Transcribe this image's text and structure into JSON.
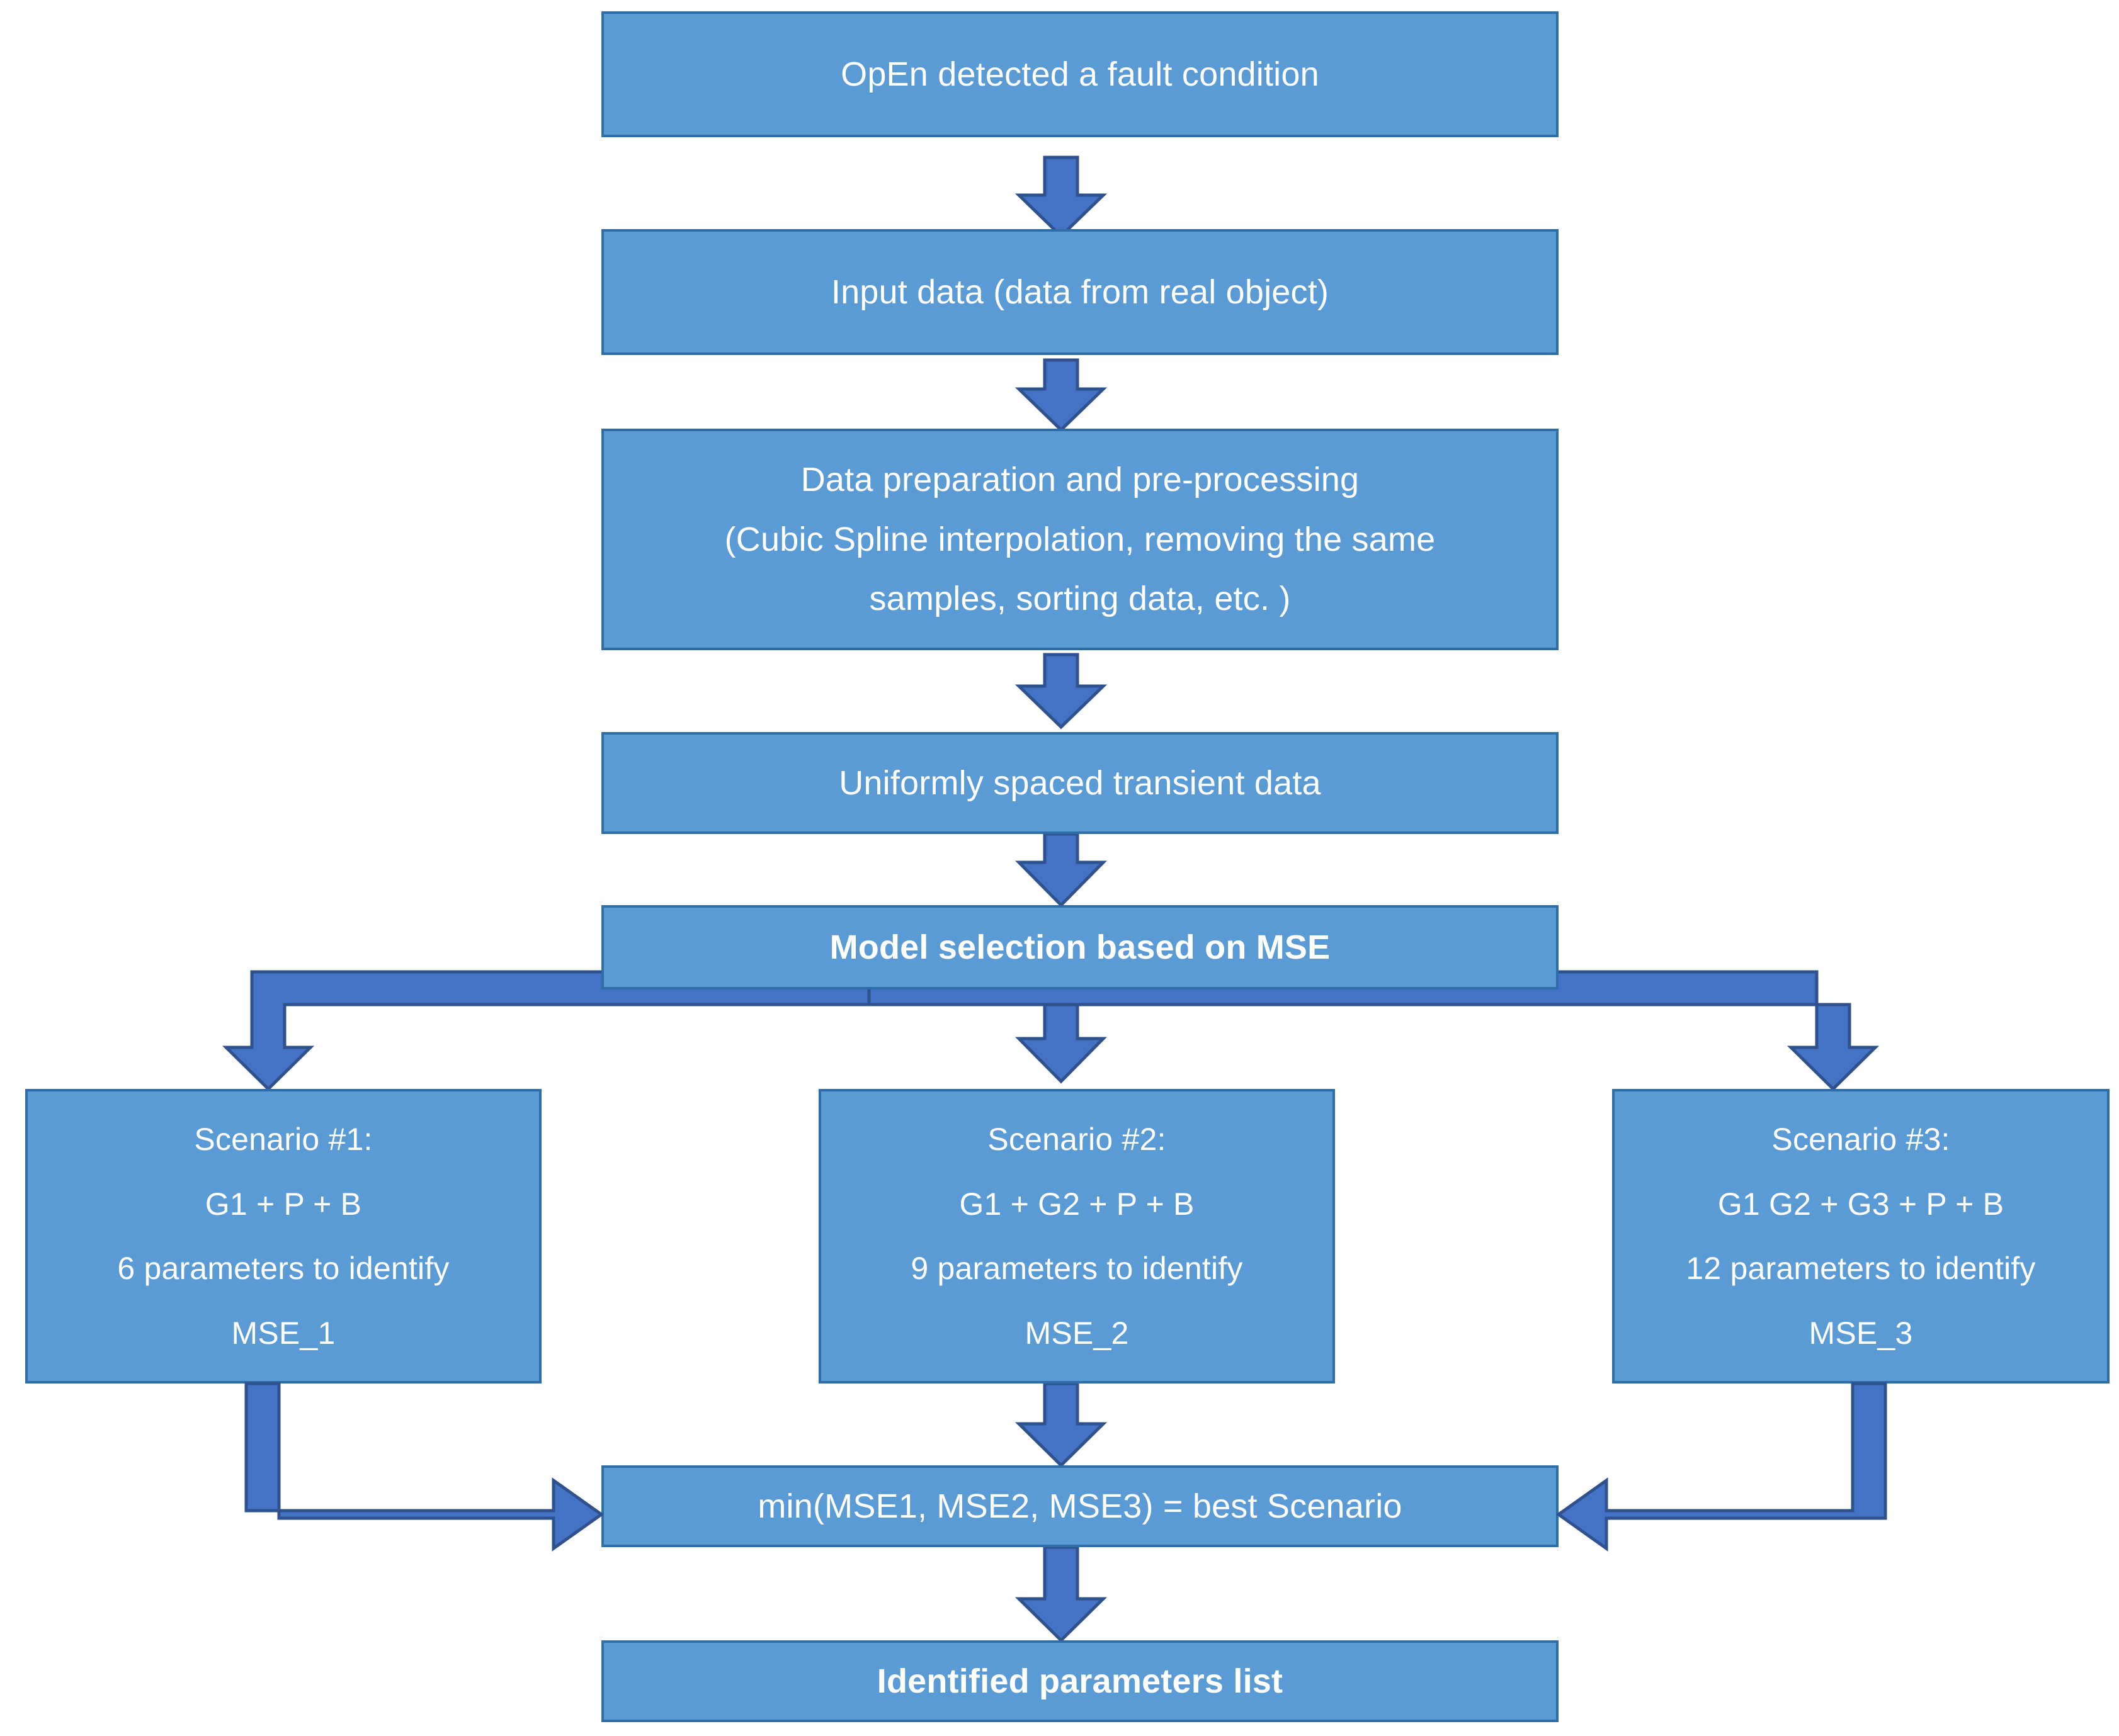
{
  "diagram": {
    "title": "Model-based fault parameter identification flowchart",
    "type": "flowchart",
    "orientation": "top-to-bottom",
    "palette": {
      "node_fill": "#5B9BD5",
      "node_border": "#2E6DA8",
      "arrow_fill": "#4472C4",
      "arrow_border": "#2F528F",
      "node_text": "#FFFFFF",
      "background": "#FFFFFF"
    }
  },
  "nodes": {
    "start": {
      "id": "n1",
      "lines": [
        "OpEn detected a fault condition"
      ]
    },
    "input": {
      "id": "n2",
      "lines": [
        "Input data (data from real object)"
      ]
    },
    "preprocess": {
      "id": "n3",
      "lines": [
        "Data preparation and pre-processing",
        "(Cubic Spline interpolation, removing the same",
        "samples, sorting data, etc. )"
      ]
    },
    "uniform": {
      "id": "n4",
      "lines": [
        "Uniformly spaced transient data"
      ]
    },
    "selection": {
      "id": "n5",
      "lines": [
        "Model selection based on MSE"
      ]
    },
    "scenario1": {
      "id": "n6",
      "lines": [
        "Scenario #1:",
        "G1 + P + B",
        "6 parameters to identify",
        "MSE_1"
      ]
    },
    "scenario2": {
      "id": "n7",
      "lines": [
        "Scenario #2:",
        "G1 + G2 + P + B",
        "9 parameters to identify",
        "MSE_2"
      ]
    },
    "scenario3": {
      "id": "n8",
      "lines": [
        "Scenario #3:",
        "G1 G2 + G3 + P + B",
        "12 parameters to identify",
        "MSE_3"
      ]
    },
    "compare": {
      "id": "n9",
      "lines": [
        "min(MSE1, MSE2, MSE3) = best Scenario"
      ]
    },
    "result": {
      "id": "n10",
      "lines": [
        "Identified parameters list"
      ]
    }
  },
  "edges": [
    {
      "name": "start-to-input",
      "from": "start",
      "to": "input",
      "shape": "straight-down"
    },
    {
      "name": "input-to-preprocess",
      "from": "input",
      "to": "preprocess",
      "shape": "straight-down"
    },
    {
      "name": "preprocess-to-uniform",
      "from": "preprocess",
      "to": "uniform",
      "shape": "straight-down"
    },
    {
      "name": "uniform-to-selection",
      "from": "uniform",
      "to": "selection",
      "shape": "straight-down"
    },
    {
      "name": "selection-to-scenario1",
      "from": "selection",
      "to": "scenario1",
      "shape": "elbow-left-down"
    },
    {
      "name": "selection-to-scenario2",
      "from": "selection",
      "to": "scenario2",
      "shape": "straight-down"
    },
    {
      "name": "selection-to-scenario3",
      "from": "selection",
      "to": "scenario3",
      "shape": "elbow-right-down"
    },
    {
      "name": "scenario1-to-compare",
      "from": "scenario1",
      "to": "compare",
      "shape": "elbow-down-right"
    },
    {
      "name": "scenario2-to-compare",
      "from": "scenario2",
      "to": "compare",
      "shape": "straight-down"
    },
    {
      "name": "scenario3-to-compare",
      "from": "scenario3",
      "to": "compare",
      "shape": "elbow-down-left"
    },
    {
      "name": "compare-to-result",
      "from": "compare",
      "to": "result",
      "shape": "straight-down"
    }
  ]
}
